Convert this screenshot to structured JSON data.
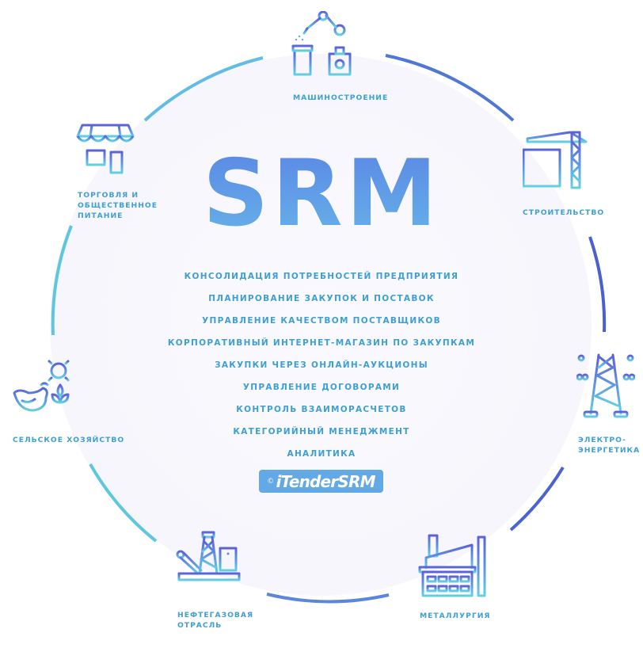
{
  "diagram": {
    "title": "SRM",
    "features": [
      "КОНСОЛИДАЦИЯ ПОТРЕБНОСТЕЙ ПРЕДПРИЯТИЯ",
      "ПЛАНИРОВАНИЕ ЗАКУПОК И ПОСТАВОК",
      "УПРАВЛЕНИЕ КАЧЕСТВОМ ПОСТАВЩИКОВ",
      "КОРПОРАТИВНЫЙ ИНТЕРНЕТ-МАГАЗИН ПО ЗАКУПКАМ",
      "ЗАКУПКИ ЧЕРЕЗ ОНЛАЙН-АУКЦИОНЫ",
      "УПРАВЛЕНИЕ ДОГОВОРАМИ",
      "КОНТРОЛЬ ВЗАИМОРАСЧЕТОВ",
      "КАТЕГОРИЙНЫЙ МЕНЕДЖМЕНТ",
      "АНАЛИТИКА"
    ],
    "brand": {
      "copyright_mark": "©",
      "name": "iTenderSRM",
      "color": "#63a9e6"
    },
    "industries": [
      {
        "id": "machinery",
        "label_lines": [
          "МАШИНОСТРОЕНИЕ"
        ],
        "icon": "robot-arm-icon"
      },
      {
        "id": "construction",
        "label_lines": [
          "СТРОИТЕЛЬСТВО"
        ],
        "icon": "tower-crane-icon"
      },
      {
        "id": "power",
        "label_lines": [
          "ЭЛЕКТРО-",
          "ЭНЕРГЕТИКА"
        ],
        "icon": "power-pylon-icon"
      },
      {
        "id": "metallurgy",
        "label_lines": [
          "МЕТАЛЛУРГИЯ"
        ],
        "icon": "factory-icon"
      },
      {
        "id": "oil_gas",
        "label_lines": [
          "НЕФТЕГАЗОВАЯ",
          "ОТРАСЛЬ"
        ],
        "icon": "oil-rig-icon"
      },
      {
        "id": "agriculture",
        "label_lines": [
          "СЕЛЬСКОЕ ХОЗЯЙСТВО"
        ],
        "icon": "farm-sun-chicken-icon"
      },
      {
        "id": "retail",
        "label_lines": [
          "ТОРГОВЛЯ И",
          "ОБЩЕСТВЕННОЕ",
          "ПИТАНИЕ"
        ],
        "icon": "storefront-icon"
      }
    ],
    "colors": {
      "text_accent": "#3f9fd0",
      "arc_cyan": "#5fc3e0",
      "arc_blue": "#4a6fd6",
      "icon_top": "#5b6bd8",
      "icon_bottom": "#62cfe3",
      "circle_fill": "#f8f8fd"
    }
  }
}
